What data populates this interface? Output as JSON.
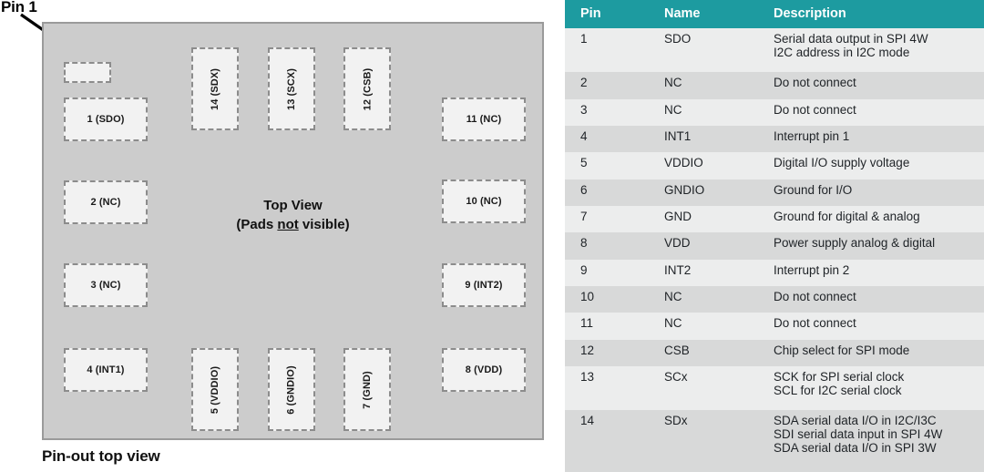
{
  "diagram": {
    "pin1_callout": "Pin 1",
    "center_title": "Top View",
    "center_sub_pre": "(Pads ",
    "center_sub_em": "not",
    "center_sub_post": " visible)",
    "caption": "Pin-out top view",
    "package_fill": "#cccccc",
    "pad_fill": "#f2f2f2",
    "pad_border": "#8c8c8c",
    "pads": [
      {
        "id": "pin1-marker",
        "label": "",
        "orient": "marker"
      },
      {
        "id": "pad-1",
        "label": "1 (SDO)",
        "orient": "horizontal"
      },
      {
        "id": "pad-2",
        "label": "2 (NC)",
        "orient": "horizontal"
      },
      {
        "id": "pad-3",
        "label": "3 (NC)",
        "orient": "horizontal"
      },
      {
        "id": "pad-4",
        "label": "4 (INT1)",
        "orient": "horizontal"
      },
      {
        "id": "pad-5",
        "label": "5 (VDDIO)",
        "orient": "vertical"
      },
      {
        "id": "pad-6",
        "label": "6 (GNDIO)",
        "orient": "vertical"
      },
      {
        "id": "pad-7",
        "label": "7 (GND)",
        "orient": "vertical"
      },
      {
        "id": "pad-8",
        "label": "8 (VDD)",
        "orient": "horizontal"
      },
      {
        "id": "pad-9",
        "label": "9 (INT2)",
        "orient": "horizontal"
      },
      {
        "id": "pad-10",
        "label": "10 (NC)",
        "orient": "horizontal"
      },
      {
        "id": "pad-11",
        "label": "11 (NC)",
        "orient": "horizontal"
      },
      {
        "id": "pad-12",
        "label": "12 (CSB)",
        "orient": "vertical"
      },
      {
        "id": "pad-13",
        "label": "13 (SCX)",
        "orient": "vertical"
      },
      {
        "id": "pad-14",
        "label": "14 (SDX)",
        "orient": "vertical"
      }
    ]
  },
  "table": {
    "header_color": "#1d9ba0",
    "row_colors": {
      "odd": "#eceded",
      "even": "#d8d9d9"
    },
    "columns": [
      "Pin",
      "Name",
      "Description"
    ],
    "rows": [
      {
        "pin": "1",
        "name": "SDO",
        "desc": [
          "Serial data output in SPI 4W",
          "I2C address in I2C mode"
        ]
      },
      {
        "pin": "2",
        "name": "NC",
        "desc": [
          "Do not connect"
        ]
      },
      {
        "pin": "3",
        "name": "NC",
        "desc": [
          "Do not connect"
        ]
      },
      {
        "pin": "4",
        "name": "INT1",
        "desc": [
          "Interrupt pin 1"
        ]
      },
      {
        "pin": "5",
        "name": "VDDIO",
        "desc": [
          "Digital I/O supply voltage"
        ]
      },
      {
        "pin": "6",
        "name": "GNDIO",
        "desc": [
          "Ground for I/O"
        ]
      },
      {
        "pin": "7",
        "name": "GND",
        "desc": [
          "Ground for digital & analog"
        ]
      },
      {
        "pin": "8",
        "name": "VDD",
        "desc": [
          "Power supply analog & digital"
        ]
      },
      {
        "pin": "9",
        "name": "INT2",
        "desc": [
          "Interrupt pin 2"
        ]
      },
      {
        "pin": "10",
        "name": "NC",
        "desc": [
          "Do not connect"
        ]
      },
      {
        "pin": "11",
        "name": "NC",
        "desc": [
          "Do not connect"
        ]
      },
      {
        "pin": "12",
        "name": "CSB",
        "desc": [
          "Chip select for SPI mode"
        ]
      },
      {
        "pin": "13",
        "name": "SCx",
        "desc": [
          "SCK for SPI serial clock",
          "SCL for I2C serial clock"
        ]
      },
      {
        "pin": "14",
        "name": "SDx",
        "desc": [
          "SDA serial data I/O in I2C/I3C",
          "SDI serial data input in SPI 4W",
          "SDA serial data I/O in SPI 3W"
        ]
      }
    ]
  }
}
